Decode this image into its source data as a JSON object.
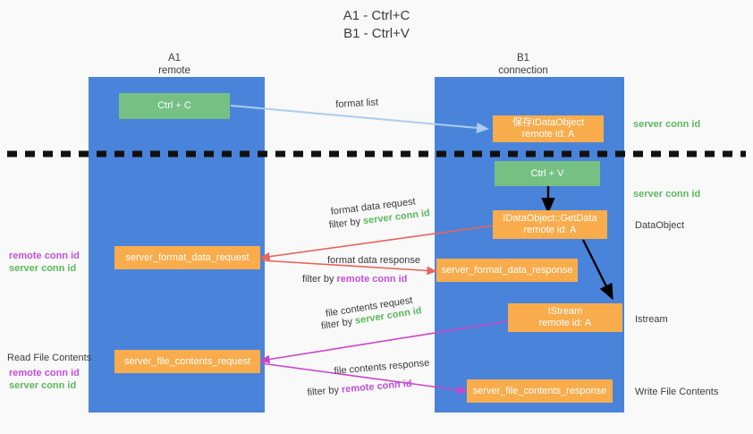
{
  "title": {
    "line1": "A1 - Ctrl+C",
    "line2": "B1 - Ctrl+V"
  },
  "colors": {
    "lane": "#4a84da",
    "green_box": "#76c083",
    "orange_box": "#f9ac4c",
    "server_conn_id": "#5cb85c",
    "remote_conn_id": "#c050d8",
    "format_list_arrow": "#a9cdf0",
    "format_data_arrow": "#e8645a",
    "file_contents_arrow": "#cc44cc",
    "black_arrow": "#000000",
    "background": "#f9f9f9"
  },
  "columns": [
    {
      "name": "A1",
      "sub": "remote"
    },
    {
      "name": "B1",
      "sub": "connection"
    }
  ],
  "boxes": {
    "ctrl_c": {
      "l1": "Ctrl + C",
      "l2": ""
    },
    "ctrl_v": {
      "l1": "Ctrl + V",
      "l2": ""
    },
    "save_idataobject": {
      "l1": "保存IDataObject",
      "l2": "remote id: A"
    },
    "getdata": {
      "l1": "IDataObject::GetData",
      "l2": "remote id: A"
    },
    "istream": {
      "l1": "IStream",
      "l2": "remote id: A"
    },
    "format_data_request": {
      "l1": "server_format_data_request",
      "l2": ""
    },
    "format_data_response": {
      "l1": "server_format_data_response",
      "l2": ""
    },
    "file_contents_request": {
      "l1": "server_file_contents_request",
      "l2": ""
    },
    "file_contents_response": {
      "l1": "server_file_contents_response",
      "l2": ""
    }
  },
  "edge_labels": {
    "format_list": "format list",
    "format_data_request": "format data request",
    "format_data_request_filter_prefix": "filter by ",
    "format_data_request_filter_key": "server conn id",
    "format_data_response": "format data response",
    "format_data_response_filter_prefix": "filter by ",
    "format_data_response_filter_key": "remote conn id",
    "file_contents_request": "file contents request",
    "file_contents_request_filter_prefix": "filter by ",
    "file_contents_request_filter_key": "server conn id",
    "file_contents_response": "file contents response",
    "file_contents_response_filter_prefix": "filter by ",
    "file_contents_response_filter_key": "remote conn id"
  },
  "right_labels": {
    "server_conn_id_top": "server conn id",
    "server_conn_id_mid": "server conn id",
    "dataobject": "DataObject",
    "istream": "Istream",
    "write_file_contents": "Write File Contents"
  },
  "left_labels": {
    "remote_conn_id_upper": "remote conn id",
    "server_conn_id_upper": "server conn id",
    "read_file_contents": "Read File Contents",
    "remote_conn_id_lower": "remote conn id",
    "server_conn_id_lower": "server conn id"
  }
}
